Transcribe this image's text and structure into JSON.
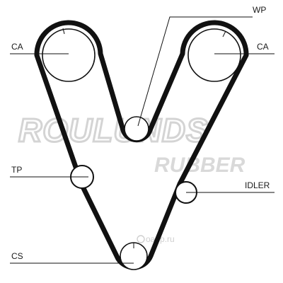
{
  "watermark": {
    "brand": "ROULUNDS",
    "sub": "RUBBER",
    "site": "oapp.ru"
  },
  "labels": {
    "wp": "WP",
    "ca_left": "CA",
    "ca_right": "CA",
    "tp": "TP",
    "idler": "IDLER",
    "cs": "CS"
  },
  "colors": {
    "belt": "#111111",
    "watermark": "#d4d4d4"
  }
}
